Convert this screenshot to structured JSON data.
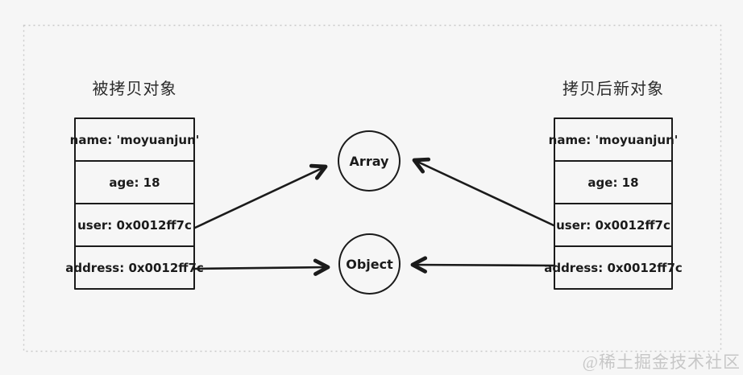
{
  "page": {
    "background_color": "#f6f6f6",
    "stroke_color": "#1b1b1b",
    "dashed_border_color": "#c9c9c9",
    "watermark_color": "#c7c7c7",
    "watermark": "@稀土掘金技术社区"
  },
  "diagram": {
    "source_object": {
      "title": "被拷贝对象",
      "rows": [
        "name: 'moyuanjun'",
        "age: 18",
        "user: 0x0012ff7c",
        "address: 0x0012ff7c"
      ]
    },
    "copied_object": {
      "title": "拷贝后新对象",
      "rows": [
        "name: 'moyuanjun'",
        "age: 18",
        "user: 0x0012ff7c",
        "address: 0x0012ff7c"
      ]
    },
    "shared_references": {
      "array_label": "Array",
      "object_label": "Object"
    },
    "arrows": [
      {
        "from": "source_object.user",
        "to": "Array"
      },
      {
        "from": "source_object.address",
        "to": "Object"
      },
      {
        "from": "copied_object.user",
        "to": "Array"
      },
      {
        "from": "copied_object.address",
        "to": "Object"
      }
    ]
  }
}
